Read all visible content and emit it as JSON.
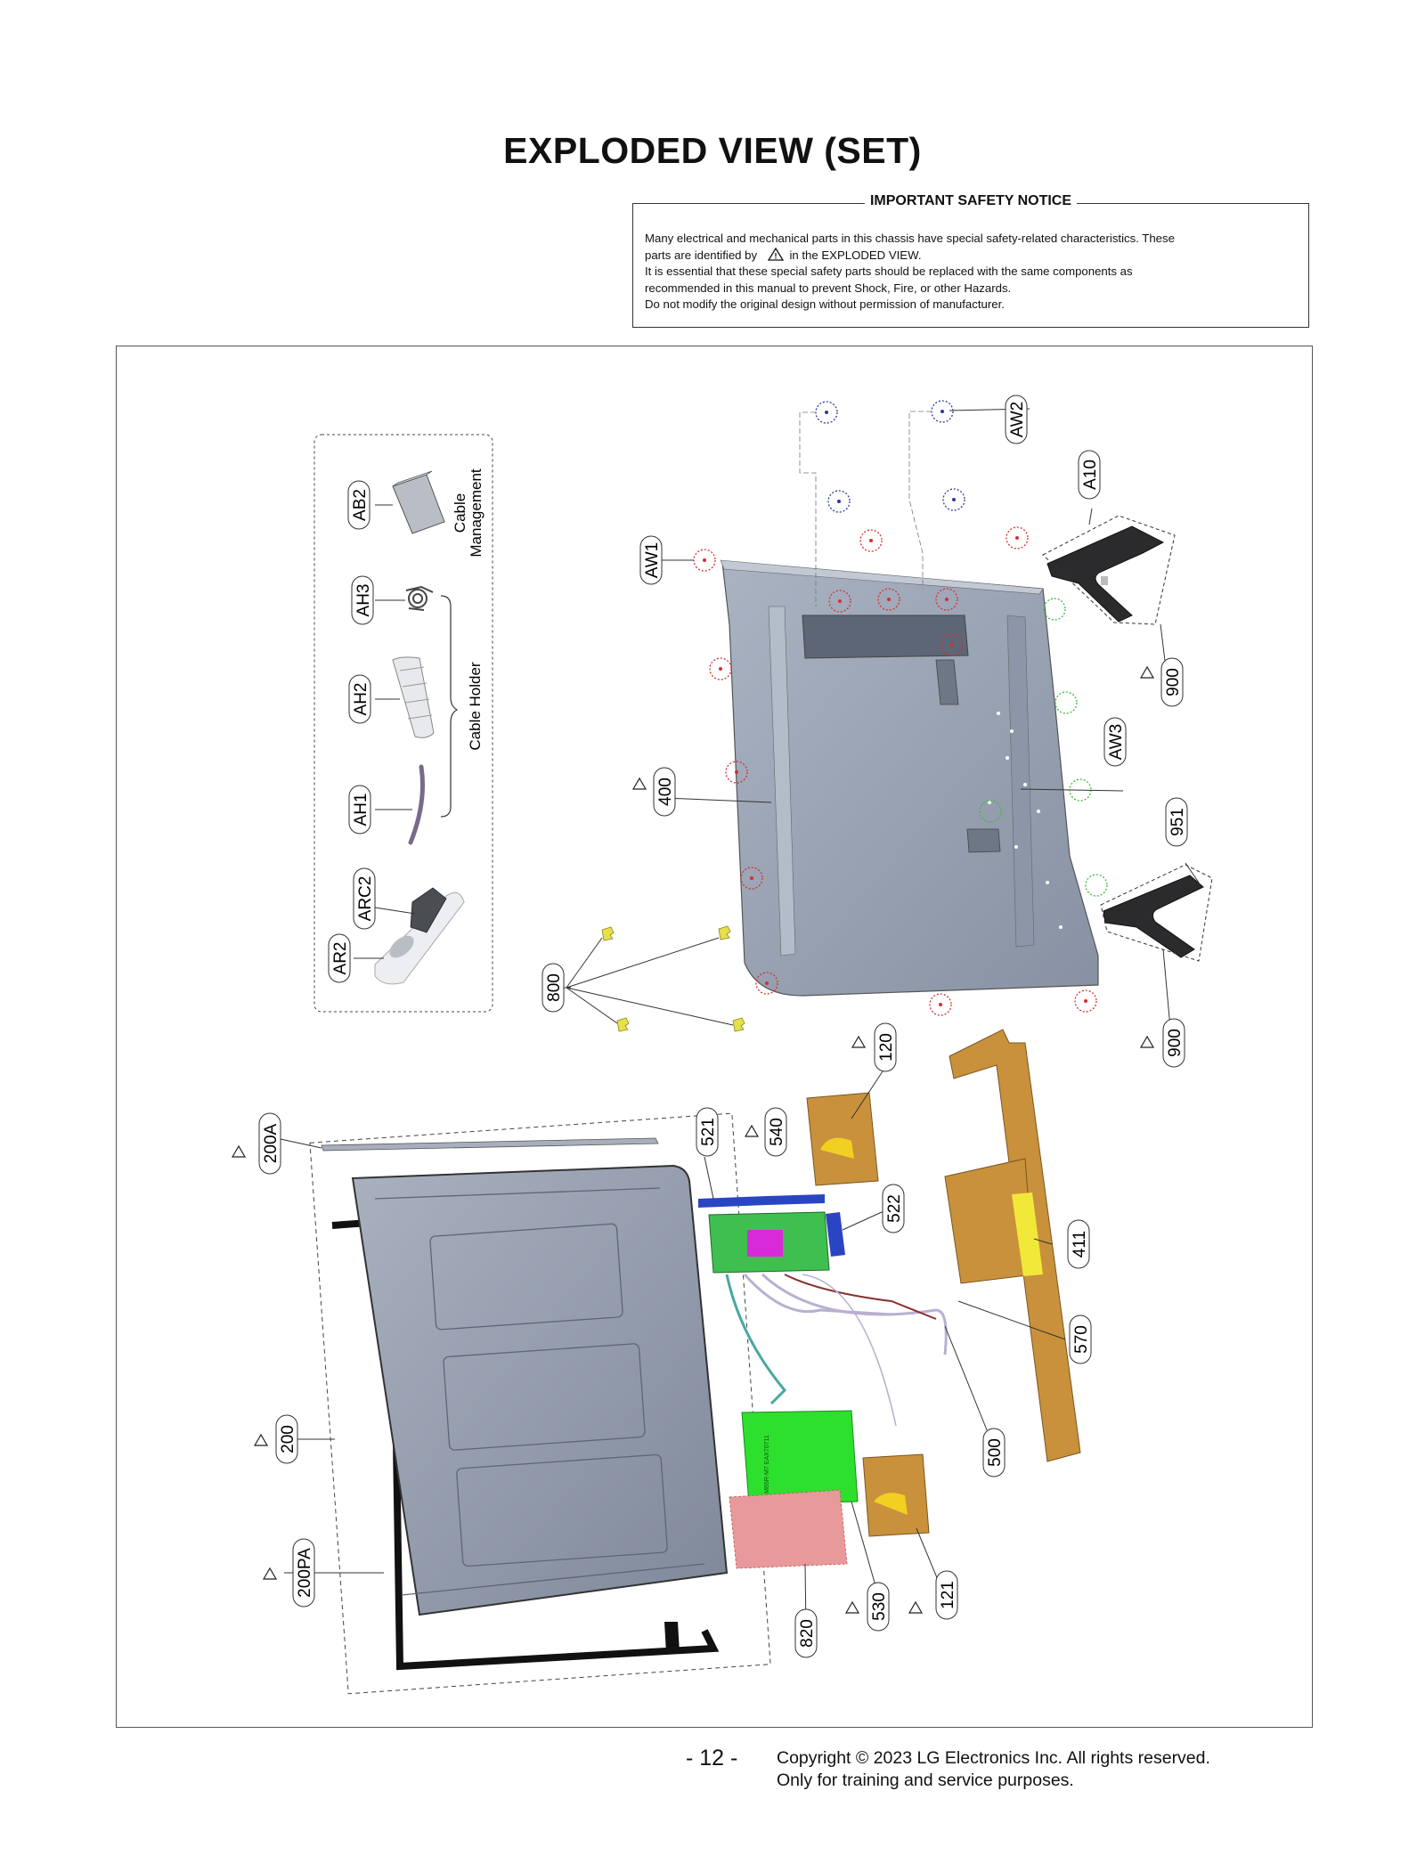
{
  "page": {
    "title": "EXPLODED VIEW (SET)",
    "page_number": "- 12 -",
    "copyright_line1": "Copyright © 2023 LG Electronics Inc. All rights reserved.",
    "copyright_line2": "Only for training and service purposes."
  },
  "notice": {
    "title": "IMPORTANT SAFETY NOTICE",
    "line1": "Many electrical and mechanical parts in this chassis have special safety-related characteristics. These",
    "line2_pre": "parts are identified by",
    "line2_post": "in the EXPLODED VIEW.",
    "line3": "It is essential that these special safety parts should be replaced with the same components as",
    "line4": "recommended in this manual to prevent Shock, Fire, or other Hazards.",
    "line5": "Do not modify the original design without permission of manufacturer."
  },
  "accessories": {
    "cable_management_line1": "Cable",
    "cable_management_line2": "Management",
    "cable_holder": "Cable Holder"
  },
  "labels": {
    "AB2": "AB2",
    "AH3": "AH3",
    "AH2": "AH2",
    "AH1": "AH1",
    "ARC2": "ARC2",
    "AR2": "AR2",
    "AW1": "AW1",
    "AW2": "AW2",
    "AW3": "AW3",
    "A10": "A10",
    "p400": "400",
    "p800": "800",
    "p900a": "900",
    "p900b": "900",
    "p951": "951",
    "p120": "120",
    "p121": "121",
    "p200A": "200A",
    "p200": "200",
    "p200PA": "200PA",
    "p411": "411",
    "p500": "500",
    "p521": "521",
    "p522": "522",
    "p530": "530",
    "p540": "540",
    "p570": "570",
    "p820": "820",
    "board_text": "LM65R-M7\nEAX70711"
  },
  "colors": {
    "red_screw": "#d23030",
    "blue_screw": "#2a3a9a",
    "green_screw": "#3cb83c",
    "back_cover": "#97a1b2",
    "panel": "#9aa3b3",
    "main_board": "#3fbf4f",
    "power_board": "#2ee02e",
    "chip": "#d92ad9",
    "insulator": "#e89a9a",
    "bracket": "#c9913c",
    "frc": "#2a45c2"
  }
}
